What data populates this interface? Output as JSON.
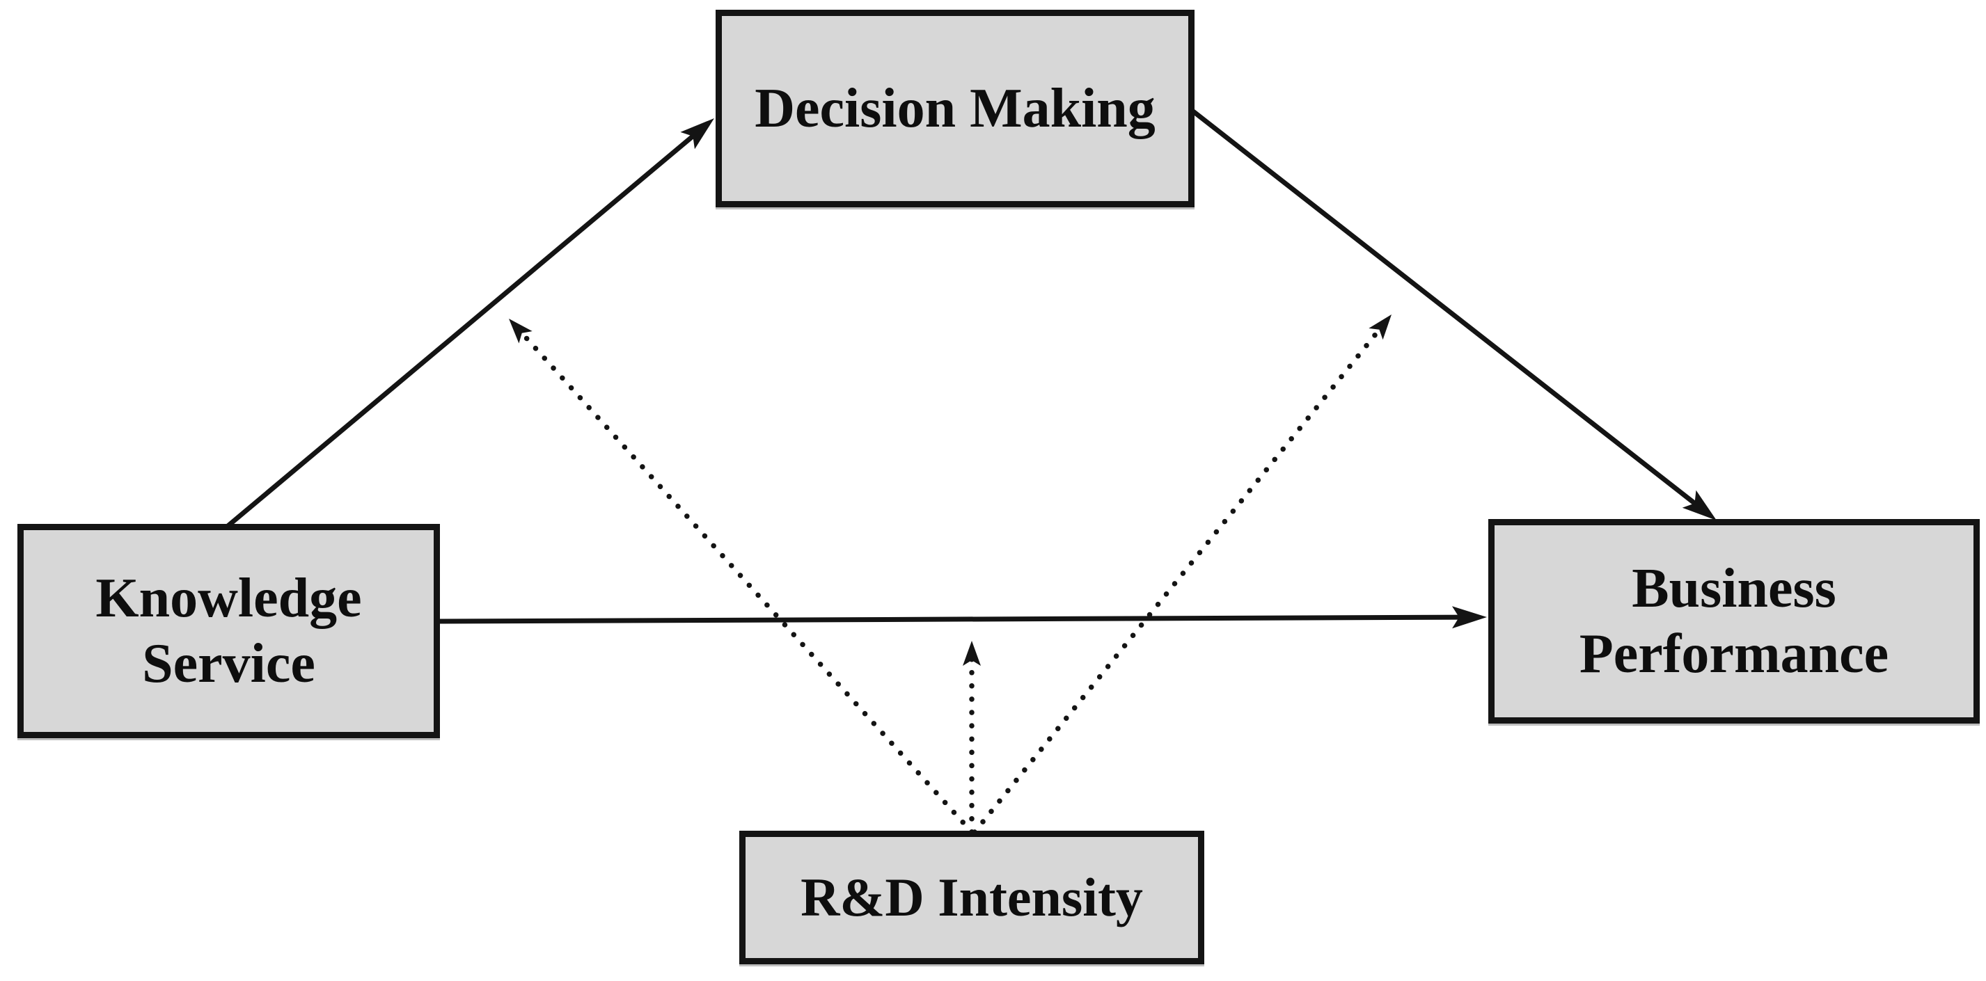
{
  "figure": {
    "kind": "path-diagram",
    "description_visible_text_only": true
  },
  "colors": {
    "background": "#ffffff",
    "box_fill": "#d7d7d7",
    "box_border": "#141414",
    "arrow": "#141414",
    "text": "#0e0e0e"
  },
  "nodes": [
    {
      "id": "decision-making",
      "label": "Decision Making"
    },
    {
      "id": "knowledge-service",
      "label": "Knowledge\nService"
    },
    {
      "id": "business-performance",
      "label": "Business\nPerformance"
    },
    {
      "id": "rd-intensity",
      "label": "R&D Intensity"
    }
  ],
  "edges": [
    {
      "id": "path-ks-dm",
      "from": "knowledge-service",
      "to": "decision-making",
      "style": "solid"
    },
    {
      "id": "path-dm-bp",
      "from": "decision-making",
      "to": "business-performance",
      "style": "solid"
    },
    {
      "id": "path-ks-bp",
      "from": "knowledge-service",
      "to": "business-performance",
      "style": "solid"
    },
    {
      "id": "mod-rd-ksdm",
      "from": "rd-intensity",
      "to": "path-ks-dm",
      "style": "dotted"
    },
    {
      "id": "mod-rd-ksbp",
      "from": "rd-intensity",
      "to": "path-ks-bp",
      "style": "dotted"
    },
    {
      "id": "mod-rd-dmbp",
      "from": "rd-intensity",
      "to": "path-dm-bp",
      "style": "dotted"
    }
  ]
}
